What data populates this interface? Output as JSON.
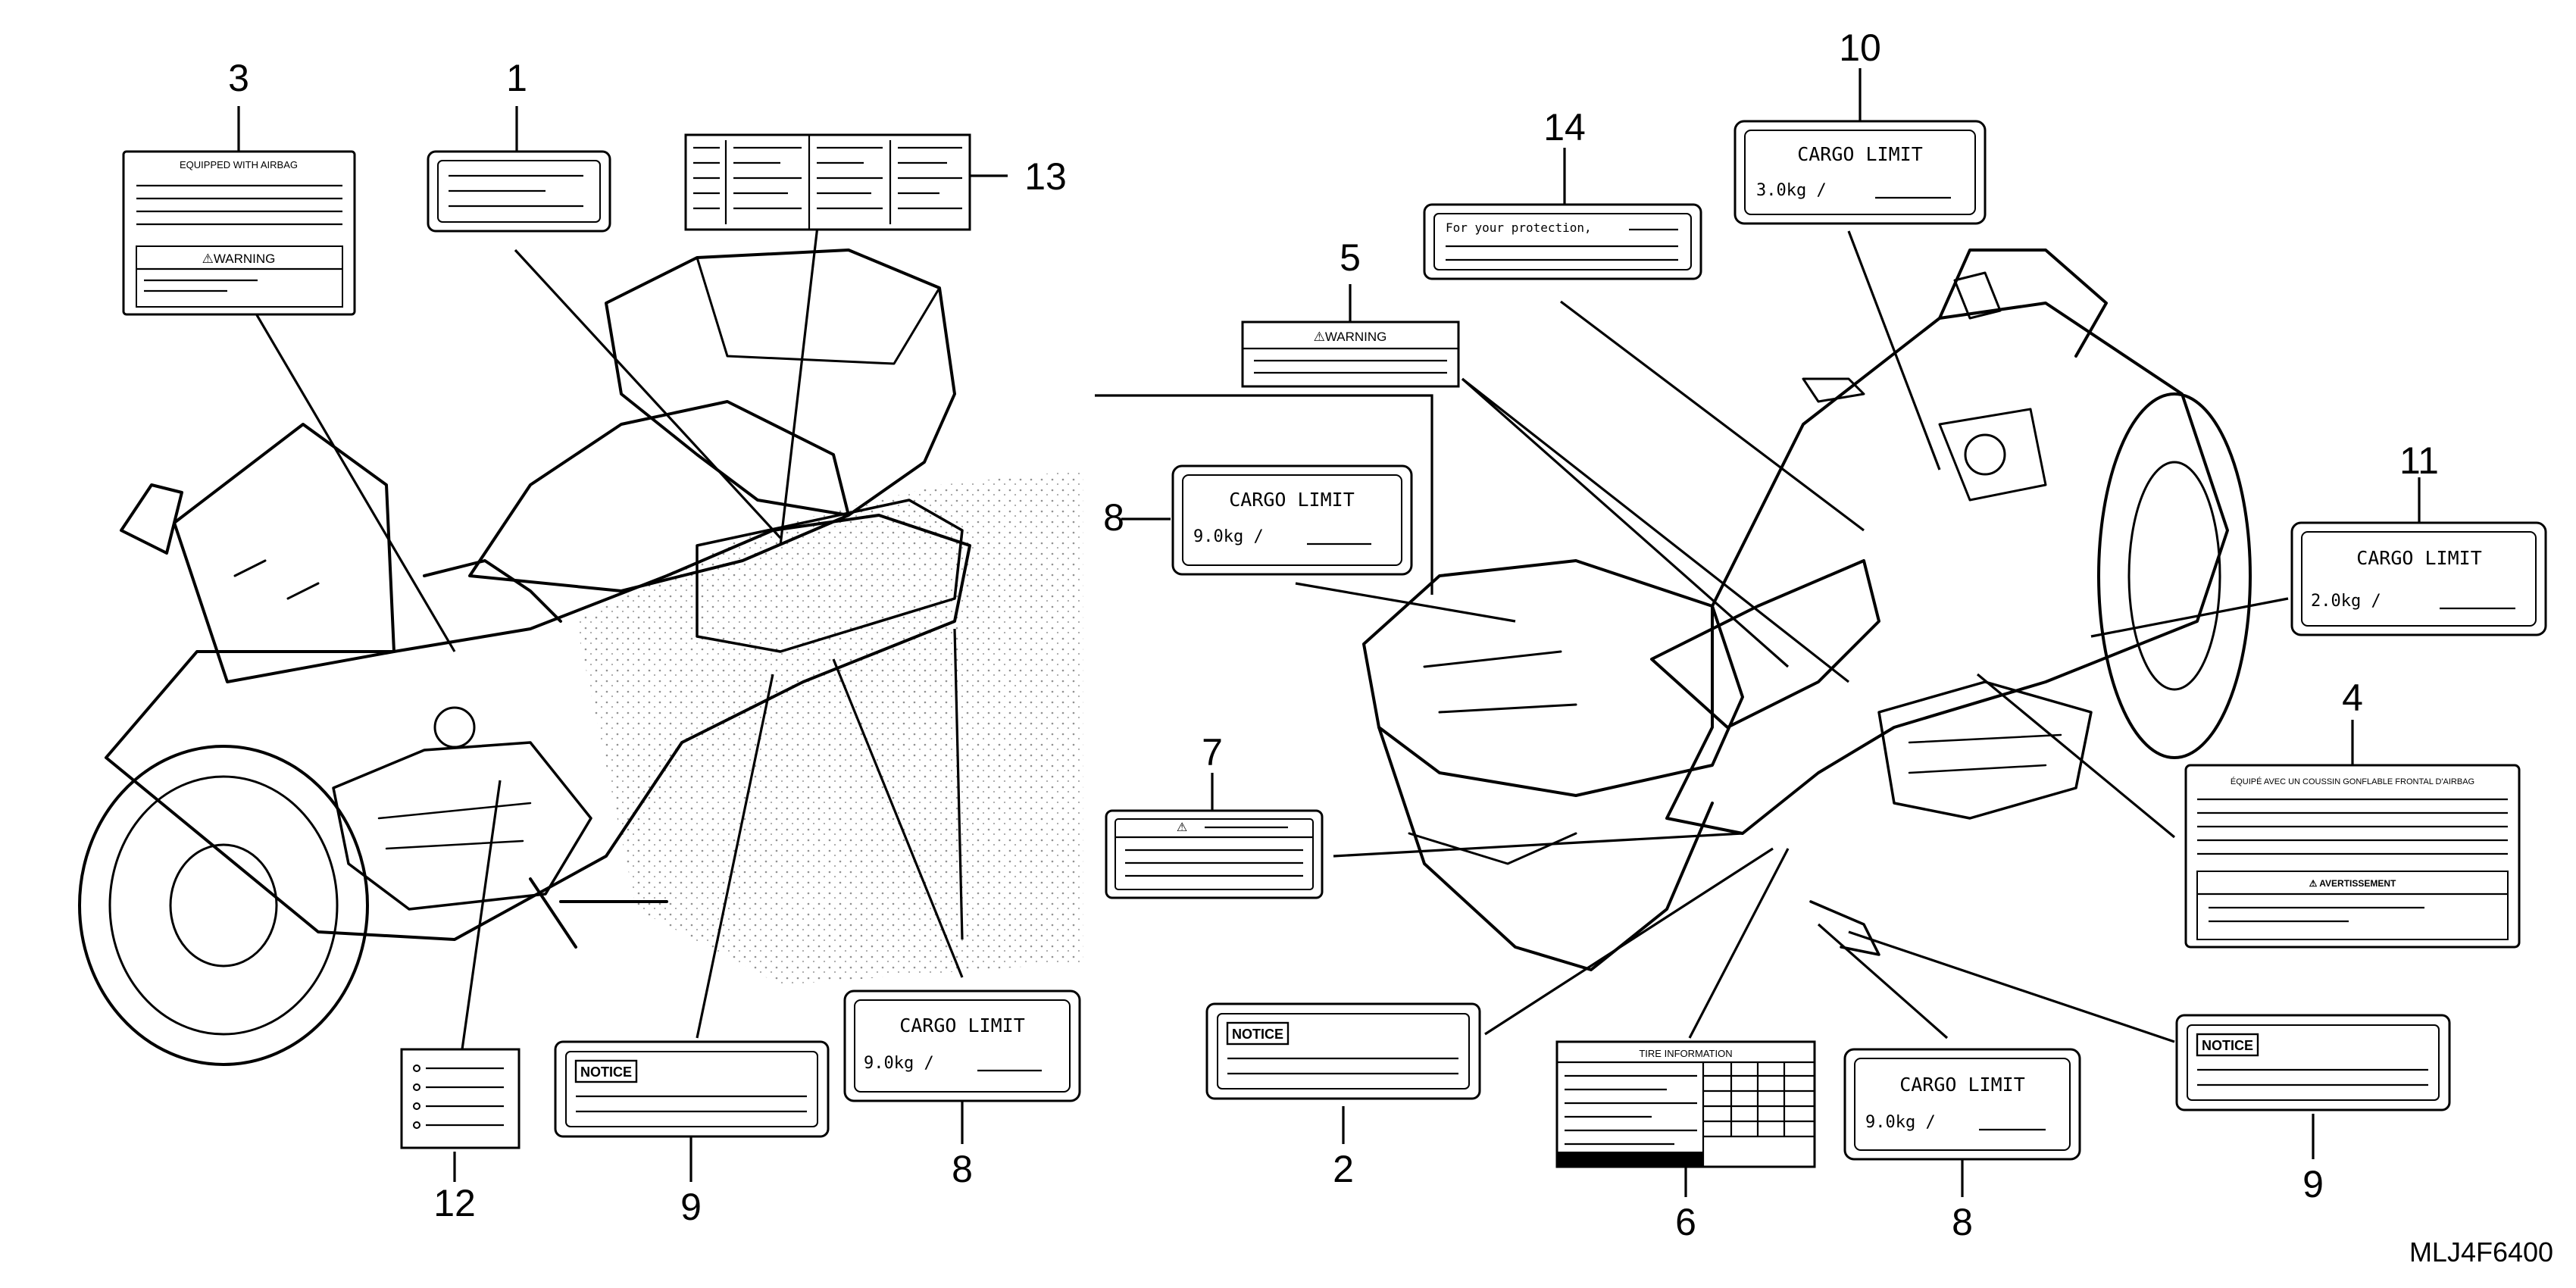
{
  "diagram": {
    "code": "MLJ4F6400",
    "callouts": [
      {
        "n": "1"
      },
      {
        "n": "3"
      },
      {
        "n": "13"
      },
      {
        "n": "12"
      },
      {
        "n": "9"
      },
      {
        "n": "8"
      },
      {
        "n": "10"
      },
      {
        "n": "14"
      },
      {
        "n": "5"
      },
      {
        "n": "8"
      },
      {
        "n": "11"
      },
      {
        "n": "4"
      },
      {
        "n": "7"
      },
      {
        "n": "2"
      },
      {
        "n": "6"
      },
      {
        "n": "8"
      },
      {
        "n": "9"
      }
    ],
    "labels": {
      "airbag_title": "EQUIPPED WITH AIRBAG",
      "warning": "⚠WARNING",
      "warning_only": "⚠",
      "notice": "NOTICE",
      "cargo_limit": "CARGO LIMIT",
      "cargo_9": "9.0kg  /",
      "cargo_3": "3.0kg  /",
      "cargo_2": "2.0kg  /",
      "protection": "For your protection,",
      "tire_info": "TIRE INFORMATION",
      "french_title": "ÉQUIPÉ AVEC UN COUSSIN GONFLABLE FRONTAL D'AIRBAG",
      "avertissement": "⚠ AVERTISSEMENT"
    }
  }
}
